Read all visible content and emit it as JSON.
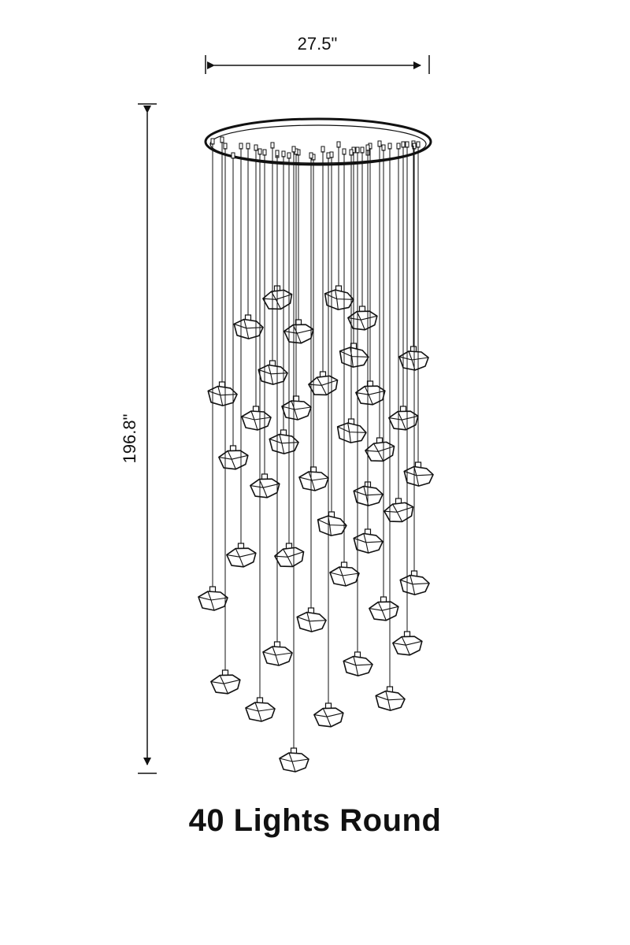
{
  "dimensions": {
    "width_label": "27.5\"",
    "height_label": "196.8\""
  },
  "caption": "40 Lights  Round",
  "fixture": {
    "light_count": 40,
    "canopy_shape": "round",
    "line_color": "#111111"
  }
}
